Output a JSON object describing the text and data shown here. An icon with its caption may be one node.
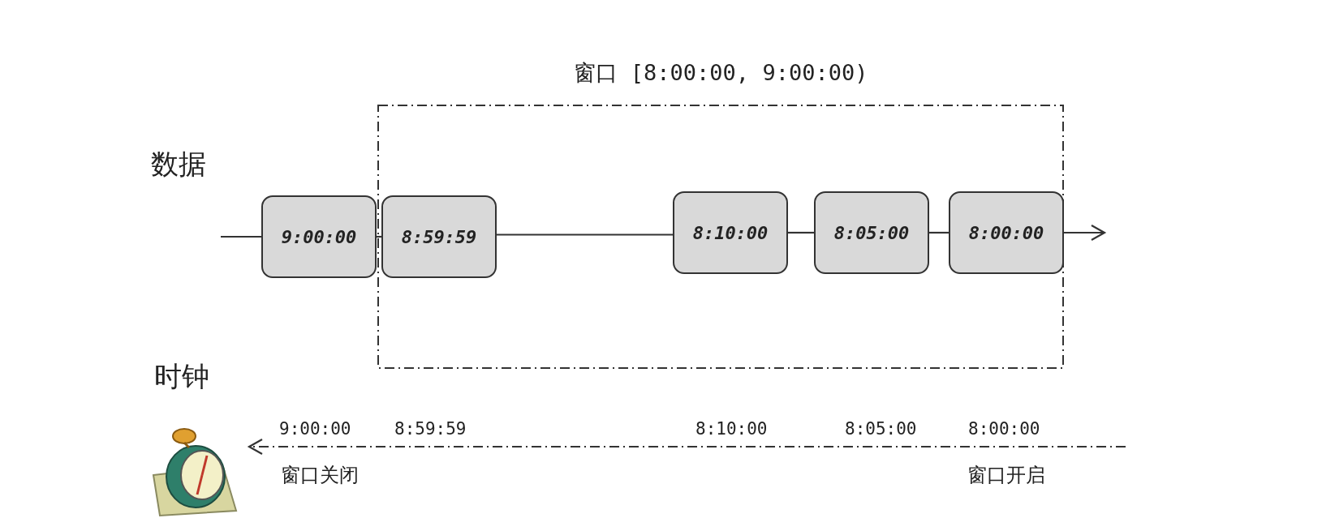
{
  "diagram": {
    "nodes": [
      {
        "text": [
          "窗口 [8:00:00, 9:00:00)"
        ]
      },
      {
        "text": [
          "9:00:00"
        ]
      },
      {
        "text": [
          "8:59:59"
        ],
        "in": 0
      },
      {
        "text": [
          "8:10:00"
        ],
        "in": 0
      },
      {
        "text": [
          "8:05:00"
        ],
        "in": 0
      },
      {
        "text": [
          "8:00:00"
        ],
        "in": 0
      },
      {
        "text": [],
        "shape": "picture"
      }
    ],
    "edges": [
      {
        "from": null,
        "to": 1,
        "arrow": "none"
      },
      {
        "from": 1,
        "to": 2,
        "arrow": "none"
      },
      {
        "from": 2,
        "to": 3,
        "arrow": "none"
      },
      {
        "from": 3,
        "to": 4,
        "arrow": "none"
      },
      {
        "from": 4,
        "to": 5,
        "arrow": "none"
      },
      {
        "from": 5,
        "to": null,
        "arrow": "to"
      },
      {
        "from": null,
        "to": 6,
        "arrow": "to",
        "style": "dashed"
      }
    ],
    "labels": [
      "数据",
      "时钟",
      "9:00:00",
      "8:59:59",
      "8:10:00",
      "8:05:00",
      "8:00:00",
      "窗口关闭",
      "窗口开启"
    ]
  }
}
